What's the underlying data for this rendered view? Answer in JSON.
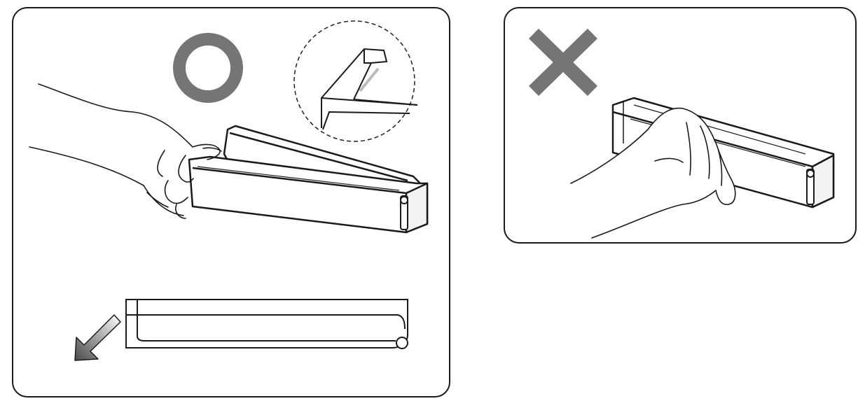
{
  "diagram": {
    "panels": [
      {
        "id": "correct",
        "marker": "correct-circle-mark",
        "marker_color": "#757575"
      },
      {
        "id": "incorrect",
        "marker": "incorrect-cross-mark",
        "marker_color": "#757575"
      }
    ],
    "colors": {
      "line": "#1a1a1a",
      "marker": "#757575",
      "case_shade": "#f2f2f2",
      "arrow_dark": "#555555",
      "arrow_light": "#ffffff"
    }
  }
}
